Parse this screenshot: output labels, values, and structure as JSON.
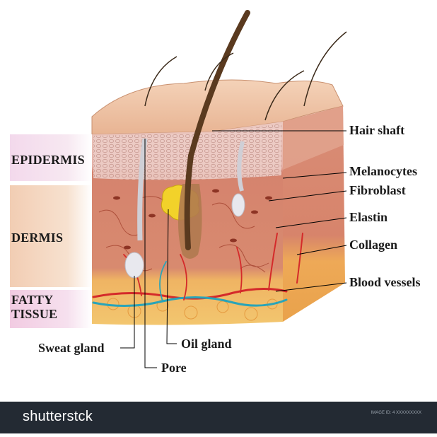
{
  "layers": {
    "epidermis": "EPIDERMIS",
    "dermis": "DERMIS",
    "fatty": "FATTY\nTISSUE"
  },
  "labels": {
    "hair_shaft": "Hair shaft",
    "melanocytes": "Melanocytes",
    "fibroblast": "Fibroblast",
    "elastin": "Elastin",
    "collagen": "Collagen",
    "blood_vessels": "Blood vessels",
    "oil_gland": "Oil gland",
    "sweat_gland": "Sweat gland",
    "pore": "Pore"
  },
  "footer": {
    "brand": "shutterstck",
    "image_id": "IMAGE ID: 4 XXXXXXXXX"
  },
  "colors": {
    "epidermis_surface": "#eec3a3",
    "dermis": "#d98a75",
    "fatty": "#f0b65a",
    "artery": "#d42a2a",
    "vein": "#2aa4b8",
    "hair": "#5a3a1f",
    "oil_gland": "#f2d22a",
    "footer_bg": "#232a33"
  }
}
